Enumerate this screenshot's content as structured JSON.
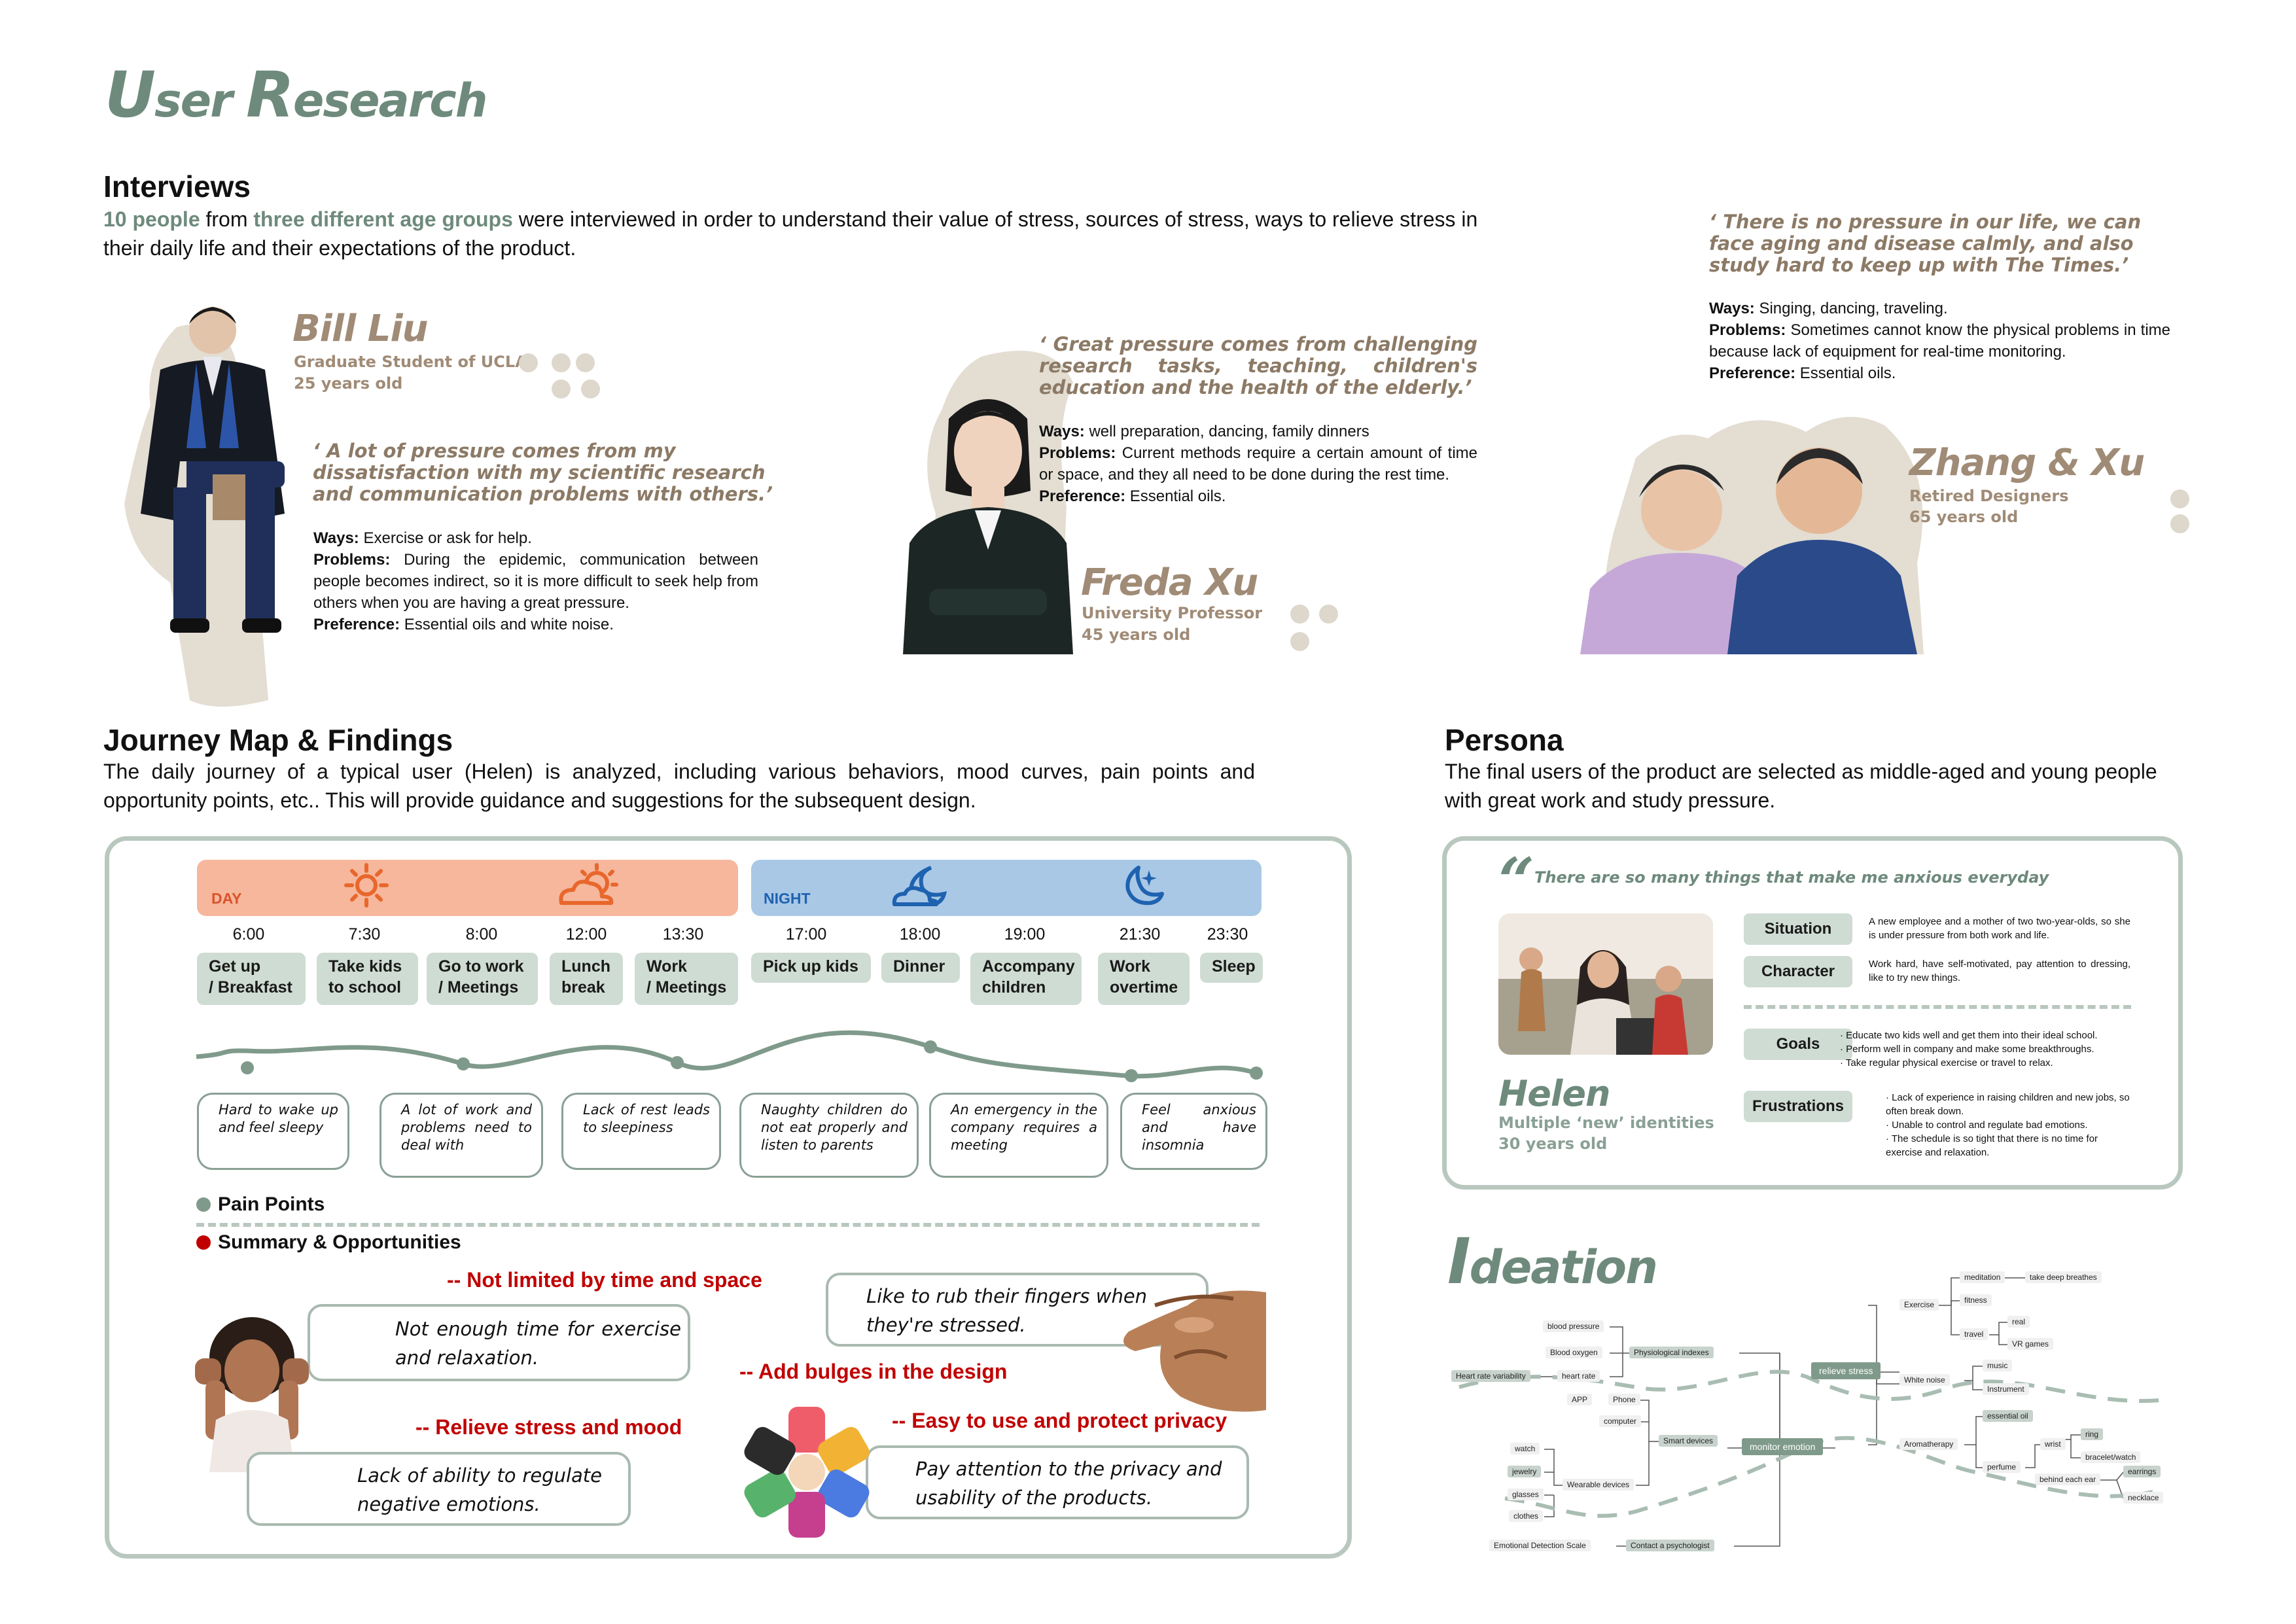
{
  "title": {
    "first": "U",
    "first_rest": "ser ",
    "second": "R",
    "second_rest": "esearch"
  },
  "interviews": {
    "heading": "Interviews",
    "intro_hl1": "10 people",
    "intro_t1": " from ",
    "intro_hl2": "three different age groups",
    "intro_t2": " were interviewed in order to understand their value of stress, sources of stress, ways to relieve stress in their daily life and their expectations of the product.",
    "bill": {
      "name": "Bill Liu",
      "role": "Graduate Student of UCLA",
      "age": "25 years old",
      "quote": "‘ A lot of pressure comes from my dissatisfaction with my scientific research and communication problems with others.’",
      "ways_label": "Ways:",
      "ways": " Exercise or ask for help.",
      "problems_label": "Problems:",
      "problems": " During the epidemic, communication between people becomes indirect, so it is more difficult to seek help from others when you are having a great pressure.",
      "pref_label": "Preference:",
      "pref": " Essential oils and white noise."
    },
    "freda": {
      "name": "Freda Xu",
      "role": "University Professor",
      "age": "45 years old",
      "quote": "‘ Great pressure comes from challenging research tasks, teaching, children's education and the health of the elderly.’",
      "ways_label": "Ways:",
      "ways": " well preparation, dancing, family dinners",
      "problems_label": "Problems:",
      "problems": " Current methods require a certain amount of time or space, and they all need to be done during the rest time.",
      "pref_label": "Preference:",
      "pref": " Essential oils."
    },
    "zhang": {
      "name": "Zhang & Xu",
      "role": "Retired Designers",
      "age": "65 years old",
      "quote": "‘ There is no pressure in our life, we can face aging and disease calmly, and also study hard to keep up with The Times.’",
      "ways_label": "Ways:",
      "ways": " Singing, dancing, traveling.",
      "problems_label": "Problems:",
      "problems": " Sometimes cannot know the physical problems in time because lack of equipment for real-time monitoring.",
      "pref_label": "Preference:",
      "pref": " Essential oils."
    }
  },
  "journey": {
    "heading": "Journey Map & Findings",
    "intro": "The daily journey of a typical user (Helen) is analyzed, including various behaviors, mood curves, pain points and opportunity points, etc.. This will provide guidance and suggestions for the subsequent design.",
    "day_label": "DAY",
    "night_label": "NIGHT",
    "icons": [
      "sun-icon",
      "sun-cloud-icon",
      "moon-cloud-icon",
      "moon-star-icon"
    ],
    "times": [
      "6:00",
      "7:30",
      "8:00",
      "12:00",
      "13:30",
      "17:00",
      "18:00",
      "19:00",
      "21:30",
      "23:30"
    ],
    "activities": [
      [
        "Get up",
        "/ Breakfast"
      ],
      [
        "Take kids",
        "to school"
      ],
      [
        "Go to work",
        "/ Meetings"
      ],
      [
        "Lunch",
        "break"
      ],
      [
        "Work",
        "/ Meetings"
      ],
      [
        "Pick up kids",
        ""
      ],
      [
        "Dinner",
        ""
      ],
      [
        "Accompany",
        "children"
      ],
      [
        "Work",
        "overtime"
      ],
      [
        "Sleep",
        ""
      ]
    ],
    "pains": [
      "Hard to wake up and feel sleepy",
      "A lot of work and problems need to deal with",
      "Lack of rest leads to sleepiness",
      "Naughty children do not eat properly and listen to parents",
      "An emergency in the company requires a meeting",
      "Feel anxious and have insomnia"
    ],
    "legend_pain": "Pain Points",
    "legend_summary": "Summary & Opportunities",
    "opp1": "-- Not limited by time and space",
    "opp2": "-- Relieve stress and mood",
    "opp3": "-- Add bulges in the design",
    "opp4": "-- Easy to use and protect privacy",
    "speech1": "Not enough time for exercise and relaxation.",
    "speech2": "Lack of ability to regulate negative emotions.",
    "speech3": "Like to rub their fingers when they're stressed.",
    "speech4": "Pay attention to the privacy and usability of the products.",
    "colors": {
      "day": "#f6b79c",
      "night": "#a9c8e6",
      "sun": "#e8672c",
      "moon": "#1f62b0",
      "curve": "#7f9a8b",
      "opp": "#c00000"
    }
  },
  "persona": {
    "heading": "Persona",
    "intro": "The final users of the product are selected as middle-aged and young people with great work and study pressure.",
    "quote_mark": "“",
    "quote": "There are so many things that make me anxious everyday",
    "name": "Helen",
    "tag": "Multiple ‘new’ identities",
    "age": "30 years old",
    "situation_label": "Situation",
    "situation": "A new employee and a mother of two two-year-olds, so she is under pressure from both work and life.",
    "character_label": "Character",
    "character": "Work hard, have self-motivated, pay attention to dressing, like to try new things.",
    "goals_label": "Goals",
    "goals": [
      "· Educate two kids well and get them into their ideal school.",
      "· Perform well in company and make some breakthroughs.",
      "· Take regular physical exercise or travel to relax."
    ],
    "frustrations_label": "Frustrations",
    "frustrations": [
      "· Lack of experience in raising children and new jobs, so often break down.",
      "· Unable to control and regulate bad emotions.",
      "· The schedule is so tight that there is no time for exercise and relaxation."
    ]
  },
  "ideation": {
    "title_first": "I",
    "title_rest": "deation",
    "nodes": {
      "monitor": "monitor emotion",
      "relieve": "relieve stress",
      "phys": "Physiological indexes",
      "bp": "blood pressure",
      "bo": "Blood oxygen",
      "hr": "heart rate",
      "hrv": "Heart rate variability",
      "smart": "Smart devices",
      "app": "APP",
      "phone": "Phone",
      "computer": "computer",
      "wear": "Wearable devices",
      "watch": "watch",
      "jewelry": "jewelry",
      "glasses": "glasses",
      "clothes": "clothes",
      "psych": "Contact a psychologist",
      "eds": "Emotional Detection Scale",
      "exercise": "Exercise",
      "meditation": "meditation",
      "breath": "take deep breathes",
      "fitness": "fitness",
      "travel": "travel",
      "real": "real",
      "vr": "VR games",
      "noise": "White noise",
      "music": "music",
      "instrument": "Instrument",
      "aroma": "Aromatherapy",
      "oil": "essential oil",
      "perfume": "perfume",
      "wrist": "wrist",
      "ring": "ring",
      "bracelet": "bracelet/watch",
      "ear": "behind each ear",
      "earrings": "earrings",
      "necklace": "necklace"
    }
  }
}
